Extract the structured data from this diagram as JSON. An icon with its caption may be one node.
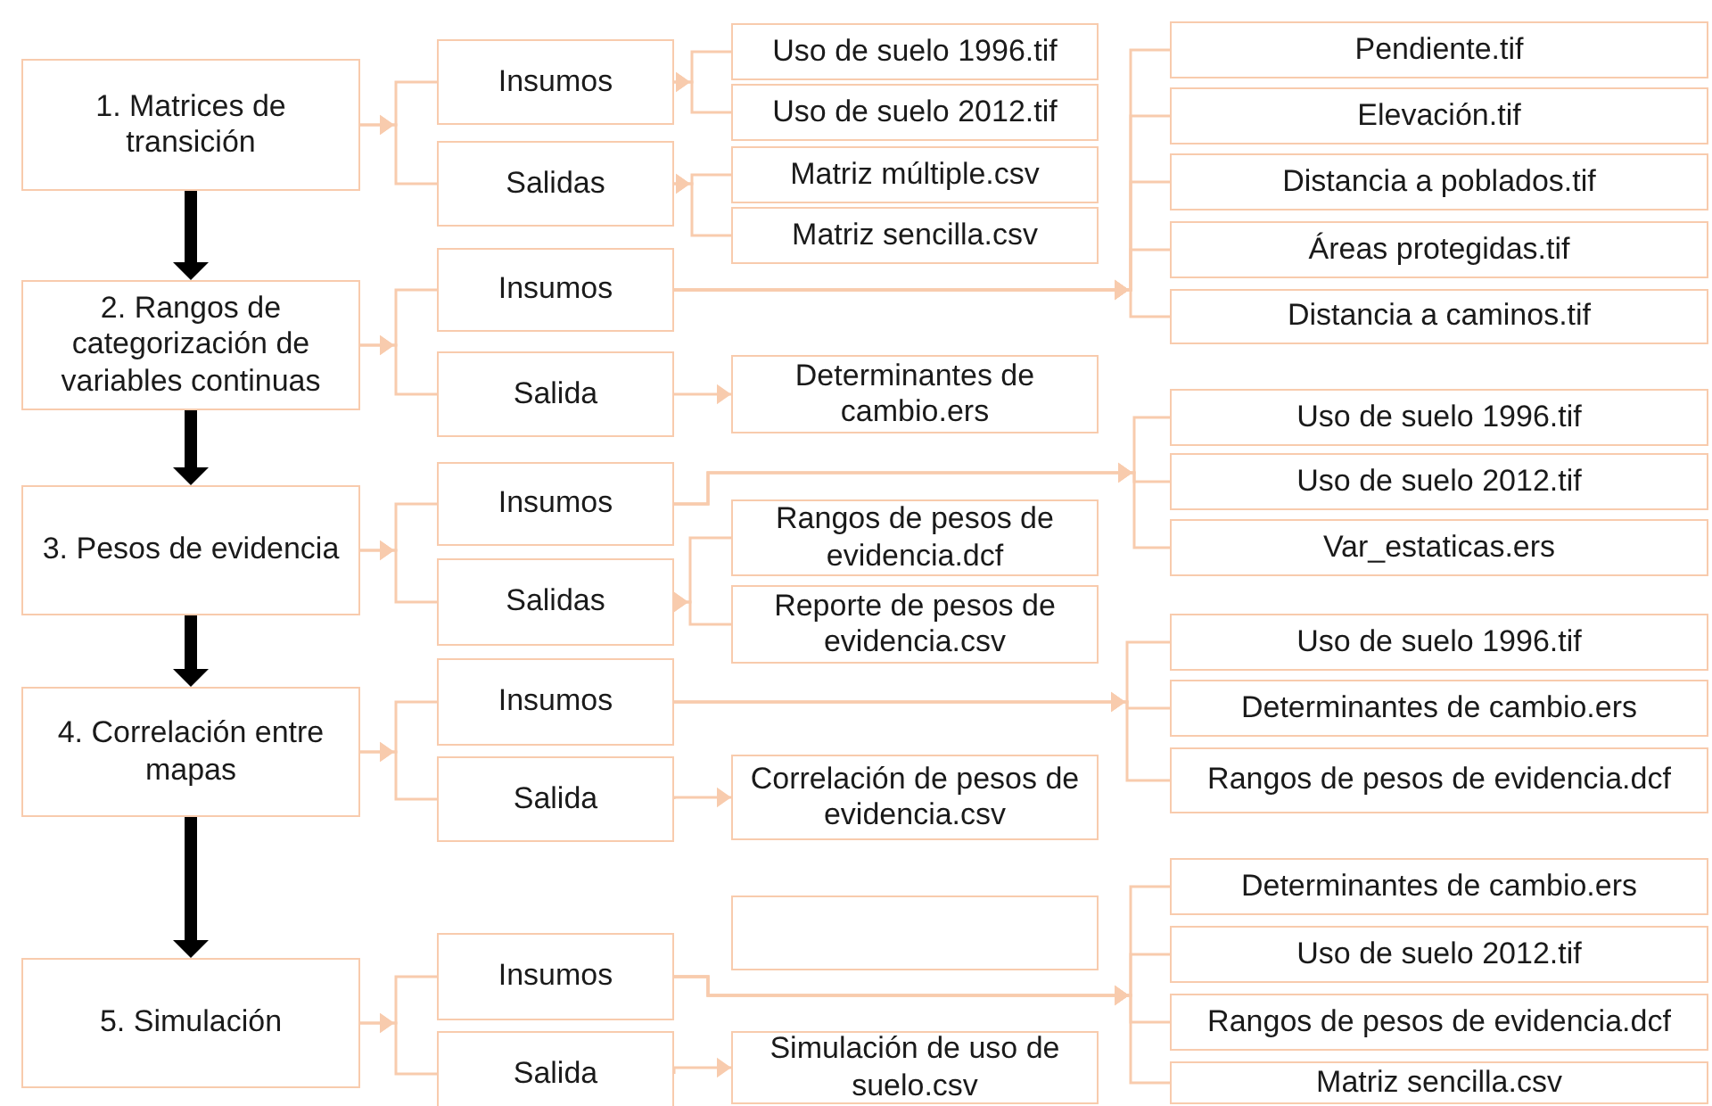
{
  "diagram": {
    "nodes": [
      {
        "text": [
          "1. Matrices de transición"
        ]
      },
      {
        "text": [
          "Insumos"
        ]
      },
      {
        "text": [
          "Salidas"
        ]
      },
      {
        "text": [
          "Uso de suelo 1996.tif"
        ]
      },
      {
        "text": [
          "Uso de suelo 2012.tif"
        ]
      },
      {
        "text": [
          "Matriz múltiple.csv"
        ]
      },
      {
        "text": [
          "Matriz sencilla.csv"
        ]
      },
      {
        "text": [
          "2. Rangos de categorización de variables continuas"
        ]
      },
      {
        "text": [
          "Insumos"
        ]
      },
      {
        "text": [
          "Salida"
        ]
      },
      {
        "text": [
          "Pendiente.tif"
        ]
      },
      {
        "text": [
          "Elevación.tif"
        ]
      },
      {
        "text": [
          "Distancia a poblados.tif"
        ]
      },
      {
        "text": [
          "Áreas protegidas.tif"
        ]
      },
      {
        "text": [
          "Distancia a caminos.tif"
        ]
      },
      {
        "text": [
          "Determinantes de cambio.ers"
        ]
      },
      {
        "text": [
          "3. Pesos de evidencia"
        ]
      },
      {
        "text": [
          "Insumos"
        ]
      },
      {
        "text": [
          "Salidas"
        ]
      },
      {
        "text": [
          "Uso de suelo 1996.tif"
        ]
      },
      {
        "text": [
          "Uso de suelo 2012.tif"
        ]
      },
      {
        "text": [
          "Var_estaticas.ers"
        ]
      },
      {
        "text": [
          "Rangos de pesos de evidencia.dcf"
        ]
      },
      {
        "text": [
          "Reporte de pesos de evidencia.csv"
        ]
      },
      {
        "text": [
          "4. Correlación entre mapas"
        ]
      },
      {
        "text": [
          "Insumos"
        ]
      },
      {
        "text": [
          "Salida"
        ]
      },
      {
        "text": [
          "Uso de suelo 1996.tif"
        ]
      },
      {
        "text": [
          "Determinantes de cambio.ers"
        ]
      },
      {
        "text": [
          "Rangos de pesos de evidencia.dcf"
        ]
      },
      {
        "text": [
          "Correlación de pesos de evidencia.csv"
        ]
      },
      {
        "text": [
          "5. Simulación"
        ]
      },
      {
        "text": [
          "Insumos"
        ]
      },
      {
        "text": [
          "Salida"
        ]
      },
      {
        "text": [],
        "shape": "box"
      },
      {
        "text": [
          "Simulación de uso de suelo.csv"
        ]
      },
      {
        "text": [
          "Determinantes de cambio.ers"
        ]
      },
      {
        "text": [
          "Uso de suelo 2012.tif"
        ]
      },
      {
        "text": [
          "Rangos de pesos de evidencia.dcf"
        ]
      },
      {
        "text": [
          "Matriz sencilla.csv"
        ]
      }
    ],
    "edges": [
      {
        "from": 0,
        "to": 1,
        "arrow": "to"
      },
      {
        "from": 0,
        "to": 2,
        "arrow": "to"
      },
      {
        "from": 1,
        "to": 3,
        "arrow": "to"
      },
      {
        "from": 1,
        "to": 4,
        "arrow": "to"
      },
      {
        "from": 2,
        "to": 5,
        "arrow": "to"
      },
      {
        "from": 2,
        "to": 6,
        "arrow": "to"
      },
      {
        "from": 0,
        "to": 7,
        "arrow": "to",
        "style": "thick",
        "color": "#000000"
      },
      {
        "from": 7,
        "to": 8,
        "arrow": "to"
      },
      {
        "from": 7,
        "to": 9,
        "arrow": "to"
      },
      {
        "from": 8,
        "to": 10,
        "arrow": "to"
      },
      {
        "from": 8,
        "to": 11,
        "arrow": "to"
      },
      {
        "from": 8,
        "to": 12,
        "arrow": "to"
      },
      {
        "from": 8,
        "to": 13,
        "arrow": "to"
      },
      {
        "from": 8,
        "to": 14,
        "arrow": "to"
      },
      {
        "from": 9,
        "to": 15,
        "arrow": "to"
      },
      {
        "from": 7,
        "to": 16,
        "arrow": "to",
        "style": "thick",
        "color": "#000000"
      },
      {
        "from": 16,
        "to": 17,
        "arrow": "to"
      },
      {
        "from": 16,
        "to": 18,
        "arrow": "to"
      },
      {
        "from": 17,
        "to": 19,
        "arrow": "to"
      },
      {
        "from": 17,
        "to": 20,
        "arrow": "to"
      },
      {
        "from": 17,
        "to": 21,
        "arrow": "to"
      },
      {
        "from": 18,
        "to": 22,
        "arrow": "to"
      },
      {
        "from": 18,
        "to": 23,
        "arrow": "to"
      },
      {
        "from": 16,
        "to": 24,
        "arrow": "to",
        "style": "thick",
        "color": "#000000"
      },
      {
        "from": 24,
        "to": 25,
        "arrow": "to"
      },
      {
        "from": 24,
        "to": 26,
        "arrow": "to"
      },
      {
        "from": 25,
        "to": 27,
        "arrow": "to"
      },
      {
        "from": 25,
        "to": 28,
        "arrow": "to"
      },
      {
        "from": 25,
        "to": 29,
        "arrow": "to"
      },
      {
        "from": 26,
        "to": 30,
        "arrow": "to"
      },
      {
        "from": 24,
        "to": 31,
        "arrow": "to",
        "style": "thick",
        "color": "#000000"
      },
      {
        "from": 31,
        "to": 32,
        "arrow": "to"
      },
      {
        "from": 31,
        "to": 33,
        "arrow": "to"
      },
      {
        "from": 32,
        "to": 36,
        "arrow": "to"
      },
      {
        "from": 32,
        "to": 37,
        "arrow": "to"
      },
      {
        "from": 32,
        "to": 38,
        "arrow": "to"
      },
      {
        "from": 32,
        "to": 39,
        "arrow": "to"
      },
      {
        "from": 33,
        "to": 35,
        "arrow": "to"
      }
    ]
  }
}
